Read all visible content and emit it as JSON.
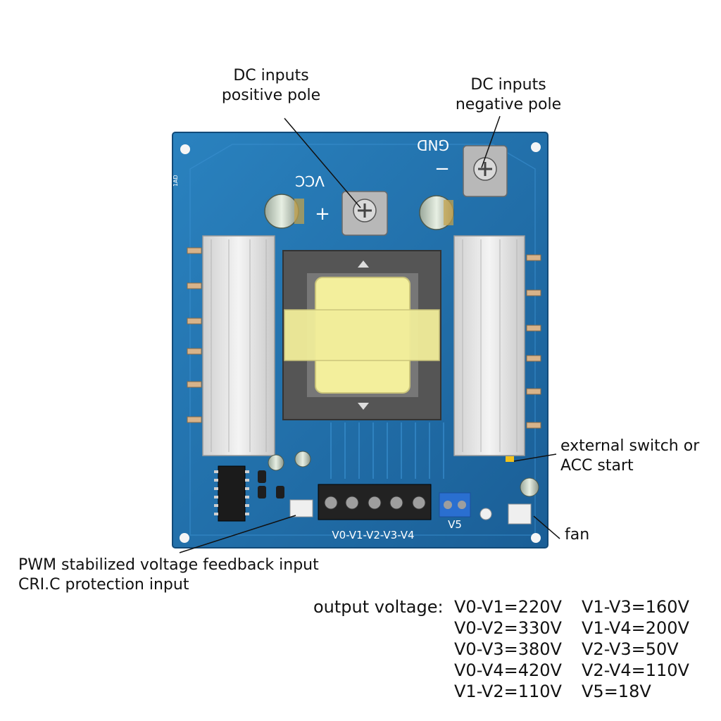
{
  "callouts": {
    "dc_positive": [
      "DC inputs",
      "positive pole"
    ],
    "dc_negative": [
      "DC inputs",
      "negative pole"
    ],
    "external_switch": [
      "external switch or",
      "ACC start"
    ],
    "fan": "fan",
    "pwm": [
      "PWM stabilized voltage feedback input",
      "CRI.C protection input"
    ]
  },
  "board": {
    "vcc": "VCC",
    "gnd": "GND",
    "plus": "+",
    "minus": "−",
    "terminal_label": "V0-V1-V2-V3-V4",
    "v5": "V5",
    "side_label": "1AD"
  },
  "output_voltage": {
    "heading": "output voltage:",
    "col1": [
      "V0-V1=220V",
      "V0-V2=330V",
      "V0-V3=380V",
      "V0-V4=420V",
      "V1-V2=110V"
    ],
    "col2": [
      "V1-V3=160V",
      "V1-V4=200V",
      "V2-V3=50V",
      "V2-V4=110V",
      "V5=18V"
    ]
  },
  "colors": {
    "pcb": "#1f6fa8",
    "heatsink": "#e6e6e6",
    "coil": "#f3ef9c",
    "core": "#5d5d5d",
    "terminal_block": "#222222",
    "v5_block": "#2a6fd0"
  }
}
